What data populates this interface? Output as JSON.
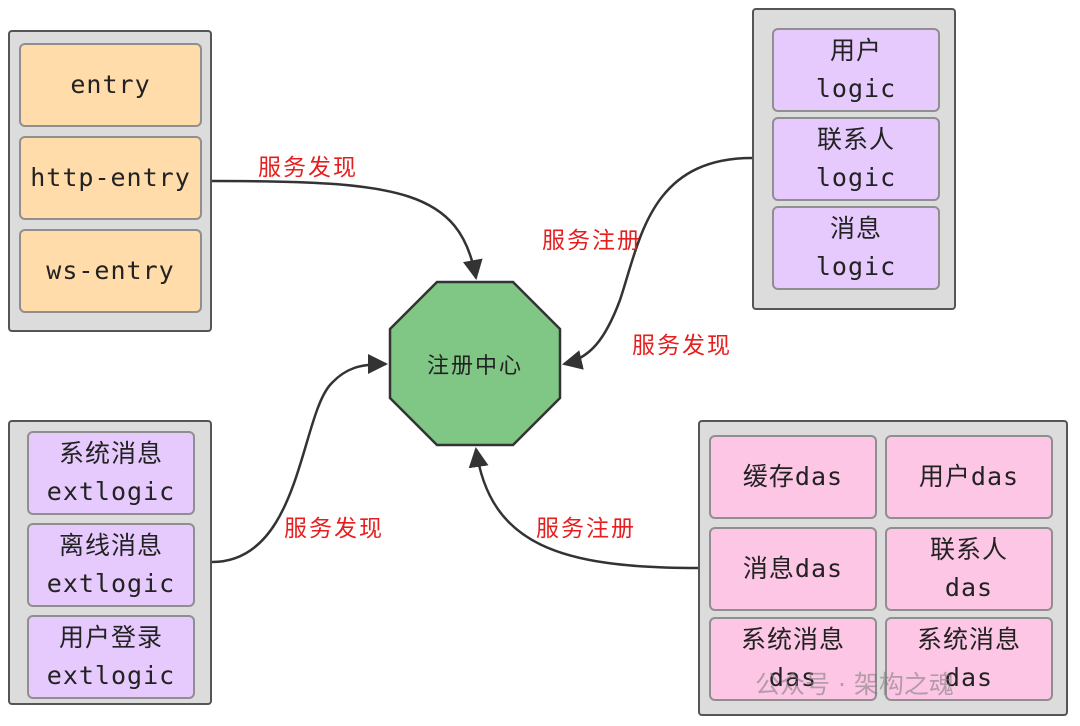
{
  "hub": {
    "label": "注册中心",
    "color": "#80c785"
  },
  "groups": {
    "entries": [
      "entry",
      "http-entry",
      "ws-entry"
    ],
    "logic": [
      "用户\nlogic",
      "联系人\nlogic",
      "消息\nlogic"
    ],
    "extlogic": [
      "系统消息\nextlogic",
      "离线消息\nextlogic",
      "用户登录\nextlogic"
    ],
    "das": [
      "缓存das",
      "用户das",
      "消息das",
      "联系人\ndas",
      "系统消息\ndas",
      "系统消息\ndas"
    ]
  },
  "edges": [
    {
      "label": "服务发现"
    },
    {
      "label": "服务注册"
    },
    {
      "label": "服务发现"
    },
    {
      "label": "服务发现"
    },
    {
      "label": "服务注册"
    }
  ],
  "colors": {
    "entry": "#ffdcaa",
    "logic": "#e6cafd",
    "das": "#fcc6e4",
    "label": "#e51f1f",
    "line": "#333333"
  },
  "watermark": "公众号 · 架构之魂"
}
